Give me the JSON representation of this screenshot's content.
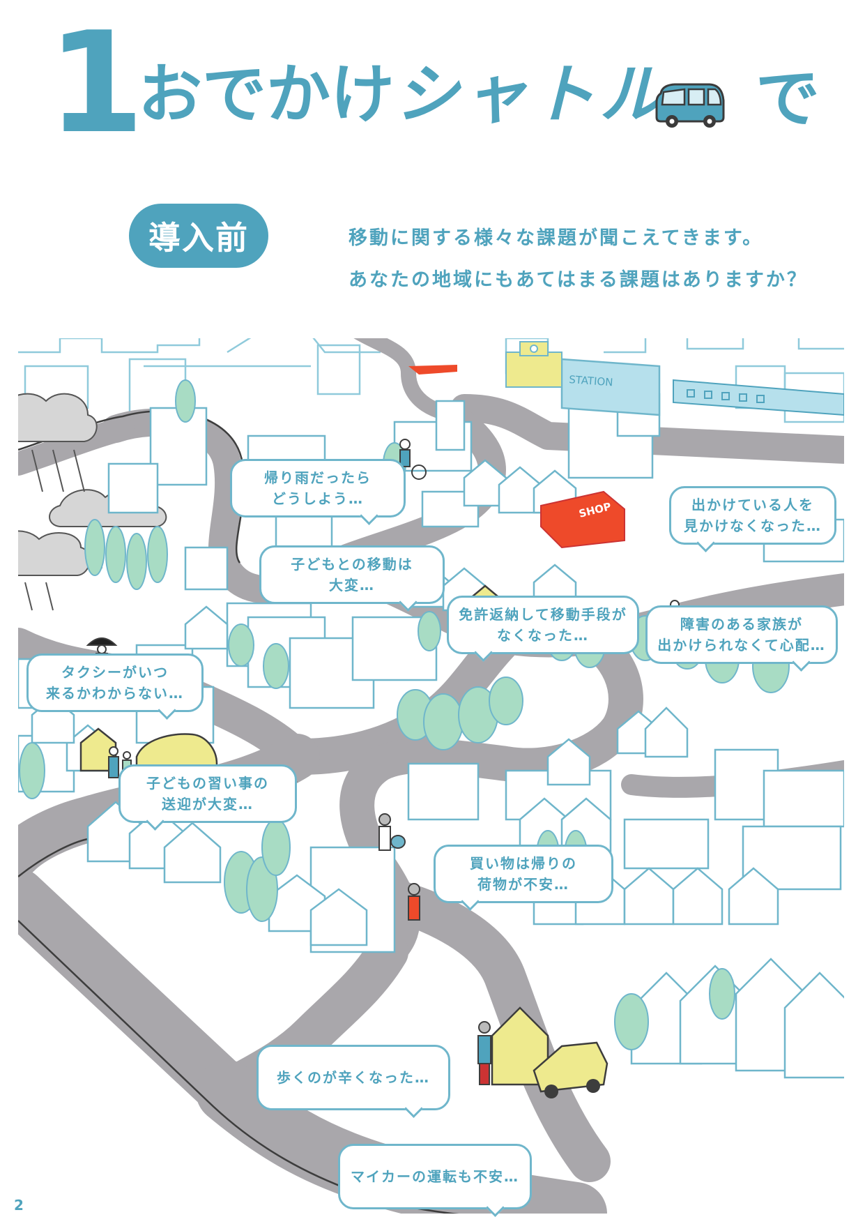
{
  "header": {
    "chapter_number": "1",
    "title_a": "おでかけ",
    "title_b": "シャトル",
    "title_c": "で"
  },
  "badge": {
    "label": "導入前"
  },
  "intro": {
    "line1": "移動に関する様々な課題が聞こえてきます。",
    "line2": "あなたの地域にもあてはまる課題はありますか？"
  },
  "scene": {
    "station_sign": "STATION",
    "shop_sign": "SHOP"
  },
  "bubbles": {
    "rain": "帰り雨だったら\nどうしよう…",
    "child_move": "子どもとの移動は\n大変…",
    "no_people": "出かけている人を\n見かけなくなった…",
    "license": "免許返納して移動手段が\nなくなった…",
    "disabled_family": "障害のある家族が\n出かけられなくて心配…",
    "taxi": "タクシーがいつ\n来るかわからない…",
    "lessons": "子どもの習い事の\n送迎が大変…",
    "shopping": "買い物は帰りの\n荷物が不安…",
    "walking": "歩くのが辛くなった…",
    "driving": "マイカーの運転も不安…"
  },
  "footer": {
    "page_number": "2"
  },
  "colors": {
    "accent": "#4fa3bd",
    "line": "#6fb6cb",
    "road": "#a9a7ab",
    "tree": "#a8dcc4",
    "yellow": "#eeea8e",
    "shop_red": "#ee4a2a"
  },
  "icons": [
    "bus-icon",
    "train-icon",
    "umbrella-icon",
    "cloud-icon",
    "bicycle-icon",
    "car-icon"
  ]
}
